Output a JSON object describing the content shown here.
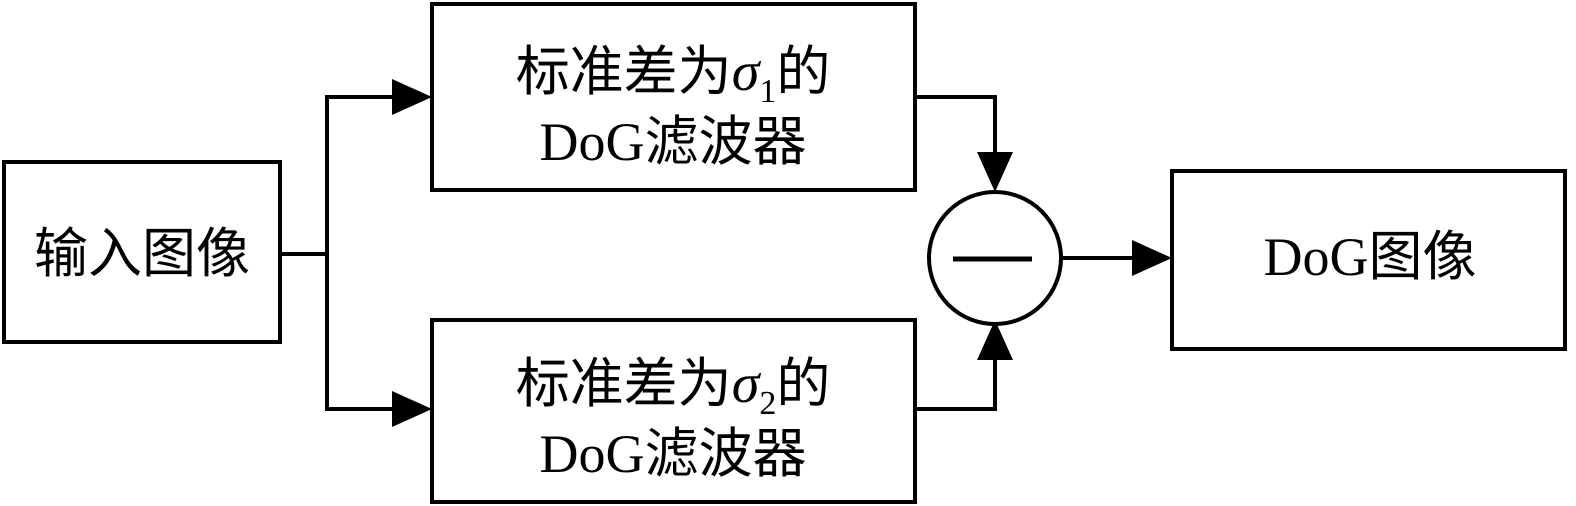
{
  "input": {
    "label": "输入图像"
  },
  "filter1": {
    "prefix": "标准差为",
    "symbol": "σ",
    "subscript": "1",
    "suffix": "的",
    "line2_latin": "DoG",
    "line2_cn": "滤波器"
  },
  "filter2": {
    "prefix": "标准差为",
    "symbol": "σ",
    "subscript": "2",
    "suffix": "的",
    "line2_latin": "DoG",
    "line2_cn": "滤波器"
  },
  "output": {
    "latin": "DoG",
    "cn": "图像"
  },
  "operator": {
    "symbol_name": "minus-icon"
  }
}
